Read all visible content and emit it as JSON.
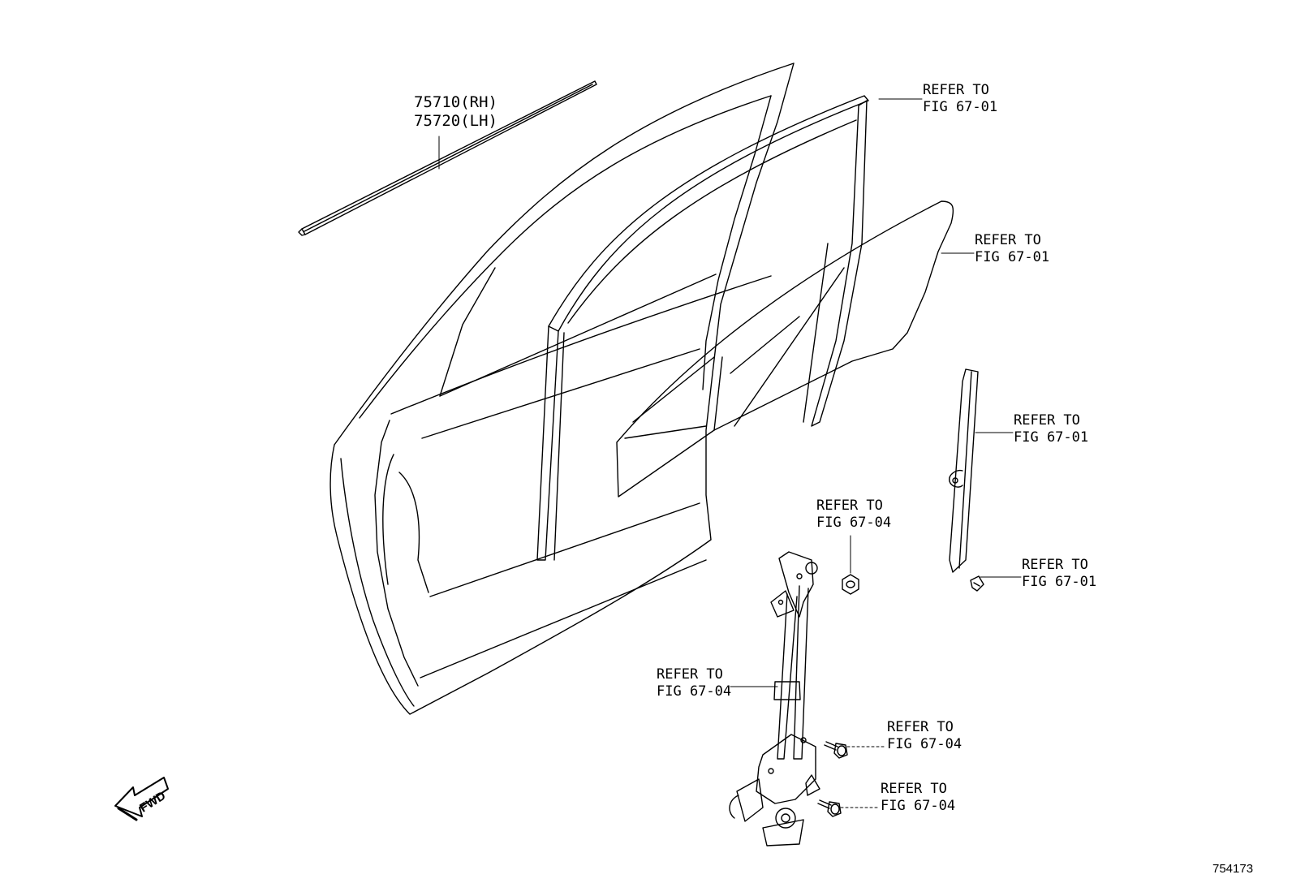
{
  "parts": {
    "molding": {
      "rh": "75710(RH)",
      "lh": "75720(LH)"
    }
  },
  "refs": [
    {
      "id": "ref-frame",
      "line1": "REFER TO",
      "line2": "FIG 67-01"
    },
    {
      "id": "ref-glass",
      "line1": "REFER TO",
      "line2": "FIG 67-01"
    },
    {
      "id": "ref-rear-channel",
      "line1": "REFER TO",
      "line2": "FIG 67-01"
    },
    {
      "id": "ref-clip",
      "line1": "REFER TO",
      "line2": "FIG 67-01"
    },
    {
      "id": "ref-nut",
      "line1": "REFER TO",
      "line2": "FIG 67-04"
    },
    {
      "id": "ref-regulator",
      "line1": "REFER TO",
      "line2": "FIG 67-04"
    },
    {
      "id": "ref-bolt-upper",
      "line1": "REFER TO",
      "line2": "FIG 67-04"
    },
    {
      "id": "ref-bolt-lower",
      "line1": "REFER TO",
      "line2": "FIG 67-04"
    }
  ],
  "fwd_label": "FWD",
  "figure_id": "754173"
}
